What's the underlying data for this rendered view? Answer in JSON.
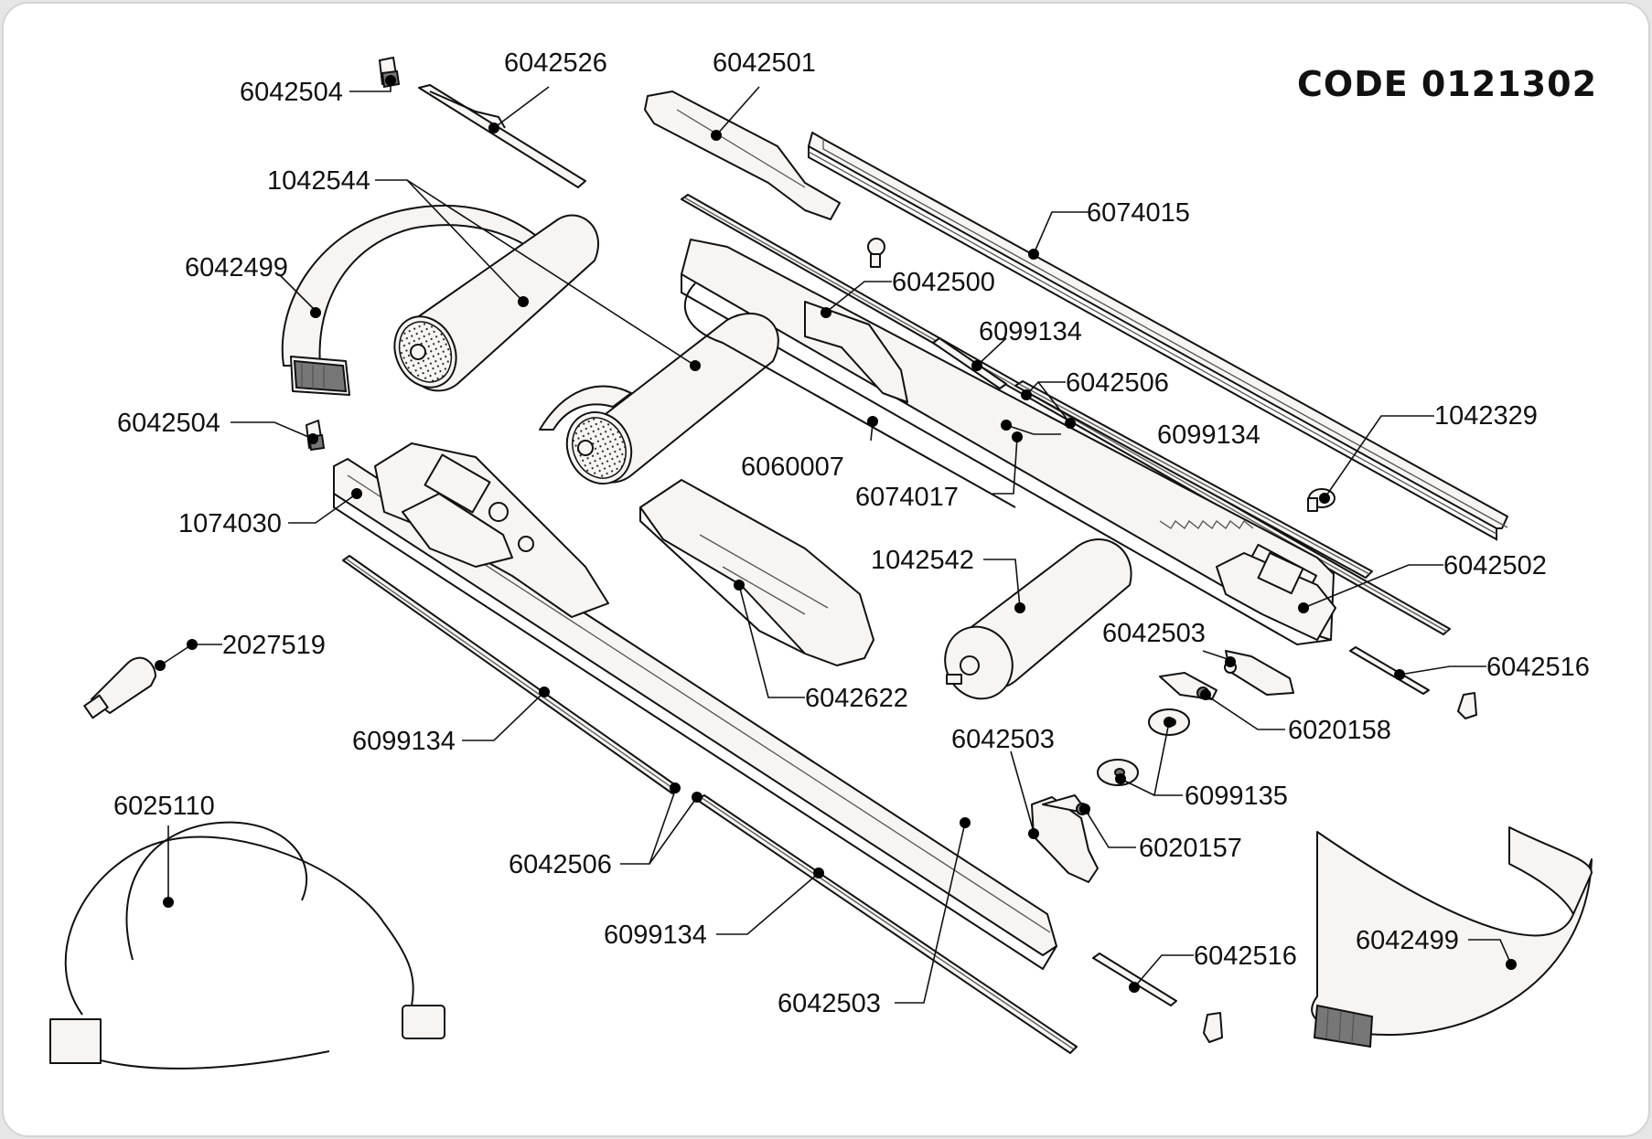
{
  "header": {
    "code": "CODE 0121302"
  },
  "labels": [
    {
      "id": "l01",
      "text": "6042504"
    },
    {
      "id": "l02",
      "text": "6042526"
    },
    {
      "id": "l03",
      "text": "6042501"
    },
    {
      "id": "l04",
      "text": "1042544"
    },
    {
      "id": "l05",
      "text": "6074015"
    },
    {
      "id": "l06",
      "text": "6042499"
    },
    {
      "id": "l07",
      "text": "6042500"
    },
    {
      "id": "l08",
      "text": "6099134"
    },
    {
      "id": "l09",
      "text": "6042506"
    },
    {
      "id": "l10",
      "text": "6042504"
    },
    {
      "id": "l11",
      "text": "1042329"
    },
    {
      "id": "l12",
      "text": "6099134"
    },
    {
      "id": "l13",
      "text": "6060007"
    },
    {
      "id": "l14",
      "text": "6074017"
    },
    {
      "id": "l15",
      "text": "1074030"
    },
    {
      "id": "l16",
      "text": "1042542"
    },
    {
      "id": "l17",
      "text": "6042502"
    },
    {
      "id": "l18",
      "text": "6042503"
    },
    {
      "id": "l19",
      "text": "2027519"
    },
    {
      "id": "l20",
      "text": "6042516"
    },
    {
      "id": "l21",
      "text": "6042622"
    },
    {
      "id": "l22",
      "text": "6020158"
    },
    {
      "id": "l23",
      "text": "6099134"
    },
    {
      "id": "l24",
      "text": "6042503"
    },
    {
      "id": "l25",
      "text": "6099135"
    },
    {
      "id": "l26",
      "text": "6025110"
    },
    {
      "id": "l27",
      "text": "6020157"
    },
    {
      "id": "l28",
      "text": "6042506"
    },
    {
      "id": "l29",
      "text": "6099134"
    },
    {
      "id": "l30",
      "text": "6042516"
    },
    {
      "id": "l31",
      "text": "6042499"
    },
    {
      "id": "l32",
      "text": "6042503"
    }
  ]
}
